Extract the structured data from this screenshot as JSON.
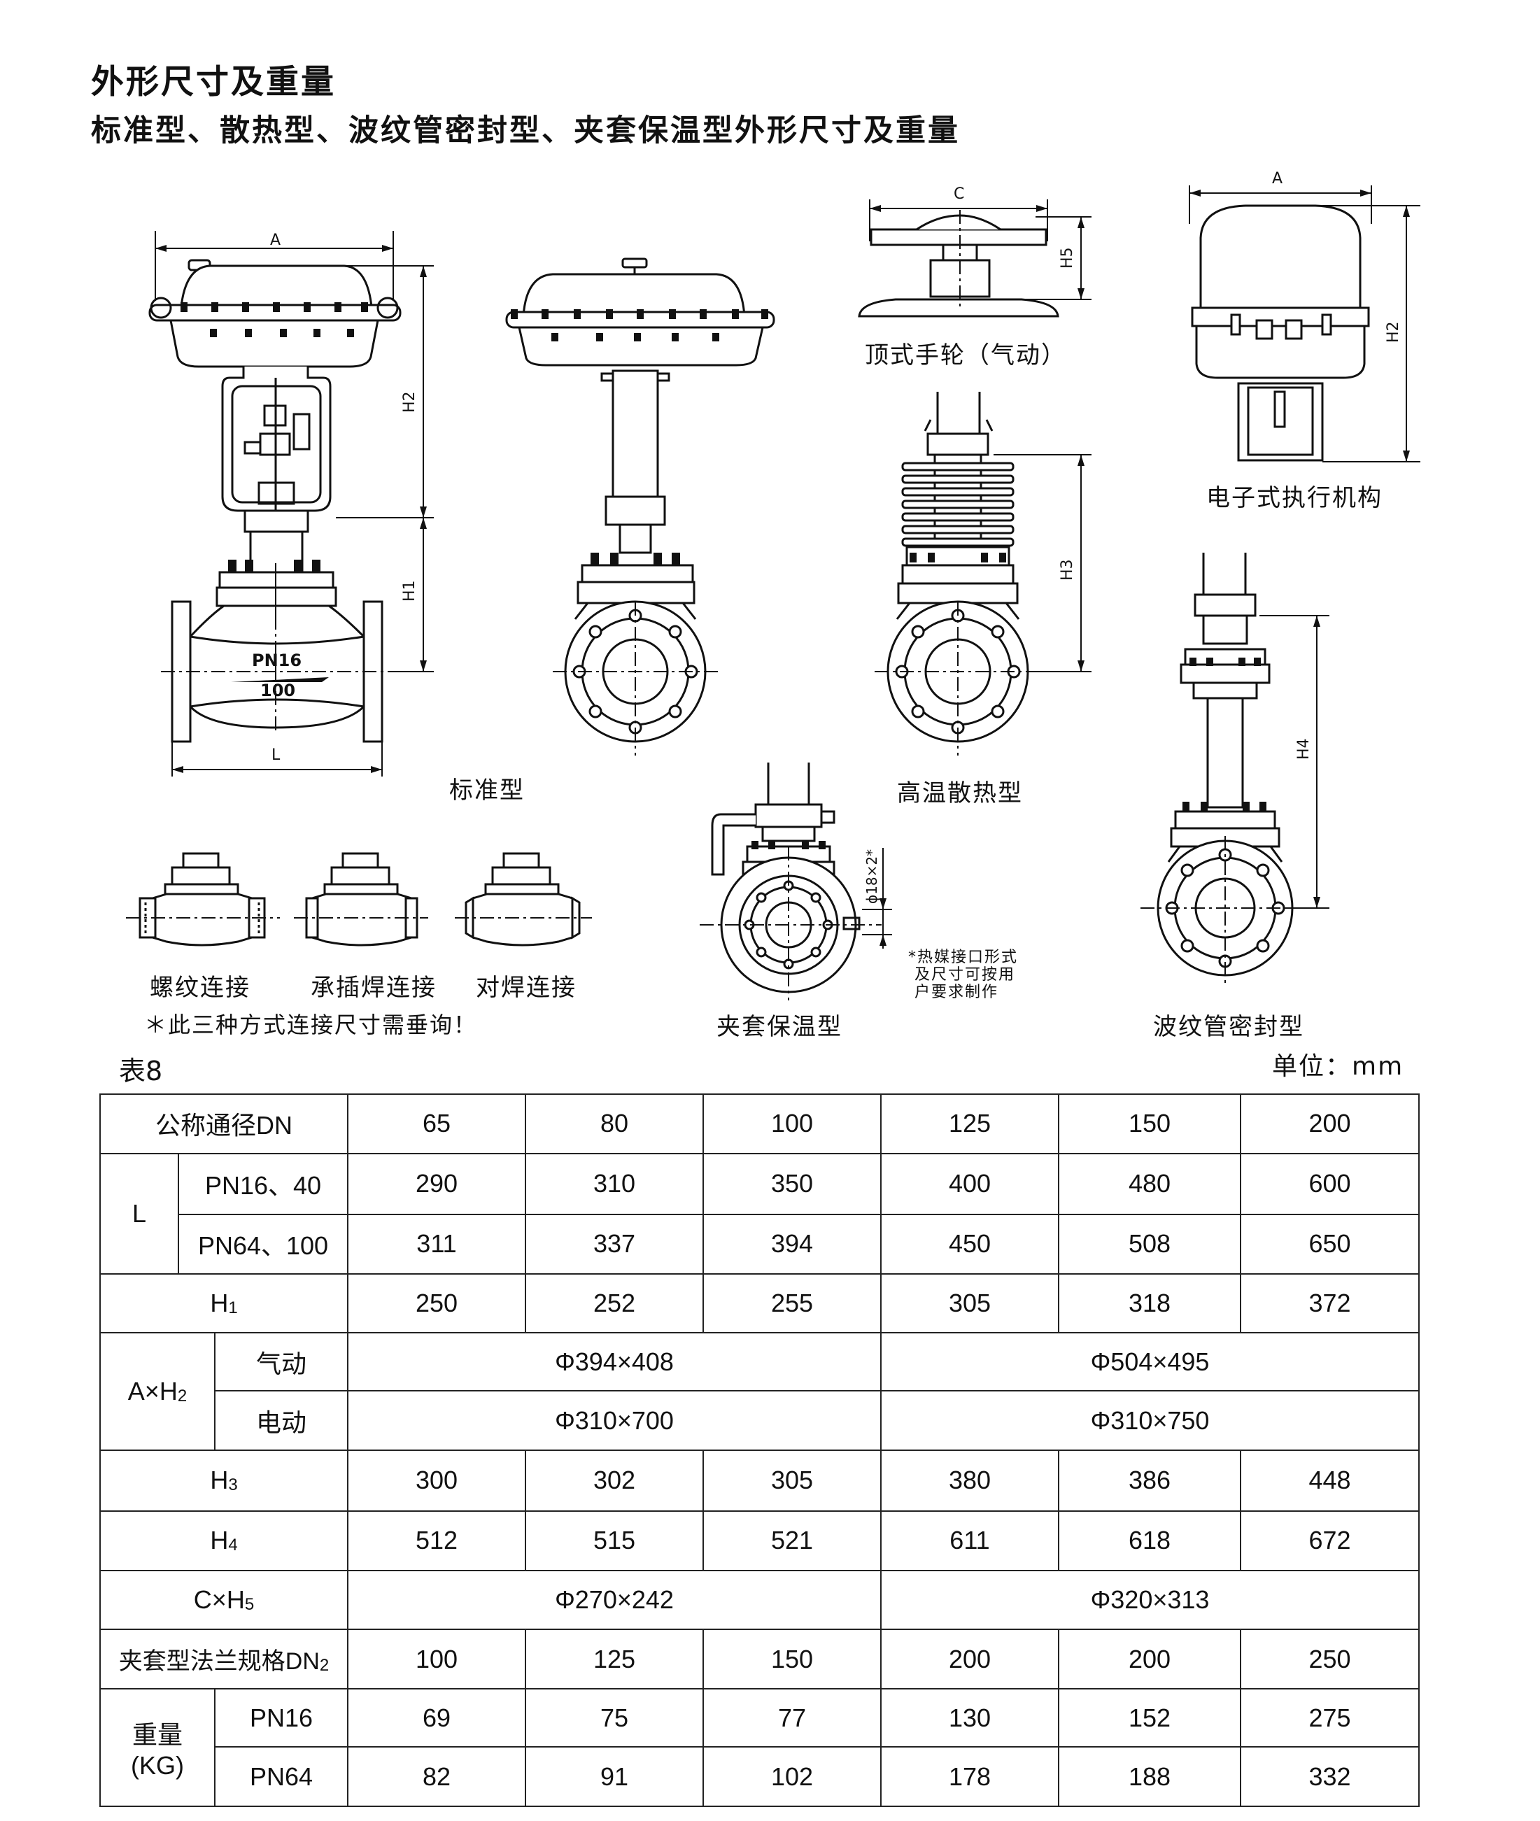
{
  "headings": {
    "title": "外形尺寸及重量",
    "subtitle": "标准型、散热型、波纹管密封型、夹套保温型外形尺寸及重量"
  },
  "drawings": {
    "std_dims": {
      "A": "A",
      "H2": "H2",
      "H1": "H1",
      "L": "L"
    },
    "body_mark": {
      "pn": "PN16",
      "dn": "100"
    },
    "std_caption": "标准型",
    "handwheel_dims": {
      "C": "C",
      "H5": "H5"
    },
    "handwheel_caption": "顶式手轮（气动）",
    "fin_dims": {
      "H3": "H3"
    },
    "fin_caption": "高温散热型",
    "electric_dims": {
      "A": "A",
      "H2": "H2"
    },
    "electric_caption": "电子式执行机构",
    "bellows_dims": {
      "H4": "H4"
    },
    "bellows_caption": "波纹管密封型",
    "jacket_dim": "ϕ18×2*",
    "jacket_caption": "夹套保温型",
    "jacket_note": "*热媒接口形式\n 及尺寸可按用\n 户要求制作",
    "conn_captions": [
      "螺纹连接",
      "承插焊连接",
      "对焊连接"
    ],
    "conn_note": "＊此三种方式连接尺寸需垂询！"
  },
  "table": {
    "label": "表8",
    "unit": "单位：mm",
    "dn_header": "公称通径DN",
    "dn": [
      "65",
      "80",
      "100",
      "125",
      "150",
      "200"
    ],
    "L_label": "L",
    "L_pn16_label": "PN16、40",
    "L_pn16": [
      "290",
      "310",
      "350",
      "400",
      "480",
      "600"
    ],
    "L_pn64_label": "PN64、100",
    "L_pn64": [
      "311",
      "337",
      "394",
      "450",
      "508",
      "650"
    ],
    "H1_label": "H",
    "H1_sub": "1",
    "H1": [
      "250",
      "252",
      "255",
      "305",
      "318",
      "372"
    ],
    "AH2_label": "A×H",
    "AH2_sub": "2",
    "air_label": "气动",
    "air": [
      "Φ394×408",
      "Φ504×495"
    ],
    "elec_label": "电动",
    "elec": [
      "Φ310×700",
      "Φ310×750"
    ],
    "H3_label": "H",
    "H3_sub": "3",
    "H3": [
      "300",
      "302",
      "305",
      "380",
      "386",
      "448"
    ],
    "H4_label": "H",
    "H4_sub": "4",
    "H4": [
      "512",
      "515",
      "521",
      "611",
      "618",
      "672"
    ],
    "CH5_label": "C×H",
    "CH5_sub": "5",
    "CH5": [
      "Φ270×242",
      "Φ320×313"
    ],
    "dn2_label": "夹套型法兰规格DN",
    "dn2_sub": "2",
    "dn2": [
      "100",
      "125",
      "150",
      "200",
      "200",
      "250"
    ],
    "weight_label": "重量",
    "weight_unit": "(KG)",
    "w16_label": "PN16",
    "w16": [
      "69",
      "75",
      "77",
      "130",
      "152",
      "275"
    ],
    "w64_label": "PN64",
    "w64": [
      "82",
      "91",
      "102",
      "178",
      "188",
      "332"
    ]
  }
}
